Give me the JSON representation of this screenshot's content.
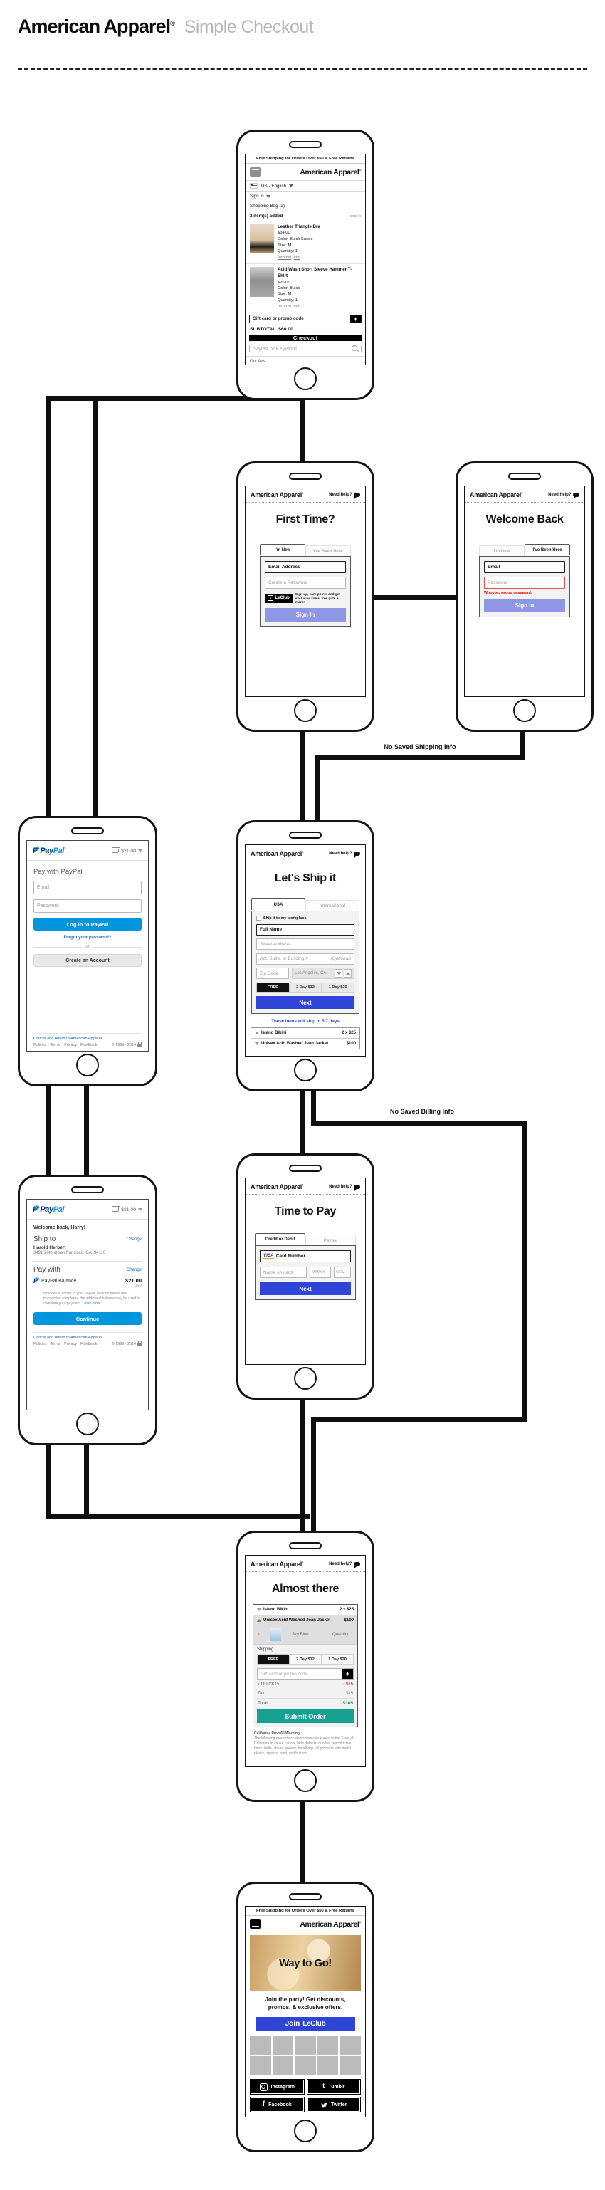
{
  "page": {
    "brand": "American Apparel",
    "reg": "®",
    "subtitle": "Simple Checkout"
  },
  "labels": {
    "no_shipping": "No Saved Shipping Info",
    "no_billing": "No Saved Billing Info"
  },
  "shared": {
    "brand": "American Apparel",
    "reg": "®",
    "banner": "Free Shipping for Orders Over $50 & Free Returns",
    "need_help": "Need help?",
    "promo_placeholder": "Gift card or promo code",
    "next": "Next",
    "sign_in": "Sign In",
    "ship_free": "FREE",
    "ship_2day": "2 Day $12",
    "ship_1day": "1 Day $20"
  },
  "colors": {
    "periwinkle_button": "#8e97e3",
    "royal_blue_button": "#2f45d8",
    "paypal_button_blue": "#0096de",
    "paypal_dark_blue": "#003087",
    "paypal_light_blue": "#009cde",
    "teal_submit": "#16a190",
    "error_red": "#e00000",
    "discount_red": "#ff1a3c",
    "total_green": "#00a551"
  },
  "cart": {
    "locale": "US - English",
    "sign_in": "Sign In",
    "bag": "Shopping Bag (2)",
    "added": "2 item(s) added",
    "close": "close x",
    "items": [
      {
        "name": "Leather Triangle Bra",
        "price": "$34.00",
        "color": "Color: Black Suede",
        "size": "Size: M",
        "qty": "Quantity: 1"
      },
      {
        "name": "Acid Wash Short Sleeve Hammer T-Shirt",
        "price": "$26.00",
        "color": "Color: Black",
        "size": "Size: M",
        "qty": "Quantity: 1"
      }
    ],
    "remove": "remove",
    "edit": "edit",
    "subtotal_label": "SUBTOTAL",
    "subtotal": "$60.00",
    "checkout": "Checkout",
    "search_placeholder": "Style# or Keyword",
    "our_ads": "Our Ads"
  },
  "first_time": {
    "title": "First Time?",
    "tab_new": "I'm New",
    "tab_return": "I've Been Here",
    "email_ph": "Email Address",
    "pass_ph": "Create a Password",
    "leclub": "LeClub",
    "leclub_pitch": "Sign up, earn points and get exclusive sales, free gifts + more!"
  },
  "welcome_back": {
    "title": "Welcome Back",
    "email_ph": "Email",
    "pass_ph": "Password",
    "error": "Whoops, wrong password."
  },
  "ship": {
    "title": "Let's Ship it",
    "tab_usa": "USA",
    "tab_intl": "International",
    "workplace": "Ship it to my workplace.",
    "full_name": "Full Name",
    "street": "Street Address",
    "apt": "Apt, Suite, or Building #",
    "optional": "(Optional)",
    "zip": "Zip Code",
    "city": "Los Angeles, CA",
    "ship_note": "These items will ship in 5-7 days",
    "items": [
      {
        "name": "Island Bikini",
        "price": "2 x $25"
      },
      {
        "name": "Unisex Acid Washed Jean Jacket",
        "price": "$100"
      }
    ]
  },
  "pay": {
    "title": "Time to Pay",
    "tab_card": "Credit or Debit",
    "tab_paypal": "Paypal",
    "visa": "VISA",
    "card_number": "Card Number",
    "name_ph": "Name on card",
    "exp_ph": "MM/YY",
    "ccv_ph": "CCV"
  },
  "paypal": {
    "pay": "Pay",
    "pal": "Pal",
    "cart_total": "$21.00",
    "cancel": "Cancel and return to American Apparel",
    "links": [
      "Policies",
      "Terms",
      "Privacy",
      "Feedback"
    ],
    "copyright": "© 1999 - 2014"
  },
  "paypal_login": {
    "heading": "Pay with PayPal",
    "email_ph": "Email",
    "pass_ph": "Password",
    "login": "Log in to PayPal",
    "forgot": "Forgot your password?",
    "or": "or",
    "create": "Create an Account"
  },
  "paypal_review": {
    "welcome": "Welcome back, Harry!",
    "ship_to": "Ship to",
    "change": "Change",
    "name": "Harold Herbert",
    "address": "3491 20th st san francisco, CA, 94110",
    "pay_with": "Pay with",
    "balance": "PayPal Balance",
    "amount": "$21.00",
    "currency": "USD",
    "legal": "If money is added to your PayPal balance before this transaction completes, the additional balance may be used to complete your payment.",
    "learn_more": "Learn more",
    "continue_label": "Continue"
  },
  "almost": {
    "title": "Almost there",
    "items": [
      {
        "name": "Island Bikini",
        "price": "2 x $25"
      },
      {
        "name": "Unisex Acid Washed Jean Jacket",
        "price": "$100",
        "color": "Sky Blue",
        "size": "L",
        "qty": "Quantity: 1"
      }
    ],
    "shipping_label": "Shipping",
    "promo_code": "QUICK15",
    "promo_amount": "- $15",
    "tax_label": "Tax",
    "tax": "$15",
    "total_label": "Total",
    "total": "$165",
    "submit": "Submit Order",
    "warn_title": "California Prop 65 Warning:",
    "warn_body": "The following products contain chemicals known to the State of California to cause cancer, birth defects, or other reproductive harm: belts, shoes, jewelry, handbags, all products with metal, plastic, zippers, vinyl, and buttons."
  },
  "waytogo": {
    "hero": "Way to Go!",
    "pitch1": "Join the party!  Get discounts,",
    "pitch2": "promos, & exclusive offers.",
    "join": "Join",
    "leclub": "LeClub",
    "social": [
      "Instagram",
      "Tumblr",
      "Facebook",
      "Twitter"
    ]
  }
}
